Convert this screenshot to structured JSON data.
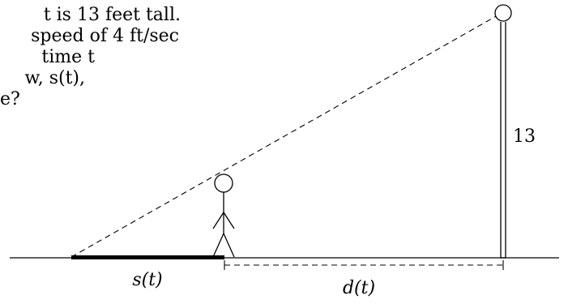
{
  "problem_lines": [
    "t is 13 feet tall.",
    "speed of 4 ft/sec",
    "time t",
    "w, s(t),",
    "e?"
  ],
  "labels": {
    "pole_height": "13",
    "shadow": "s(t)",
    "distance": "d(t)"
  },
  "colors": {
    "ink": "#000000",
    "background": "#ffffff"
  }
}
